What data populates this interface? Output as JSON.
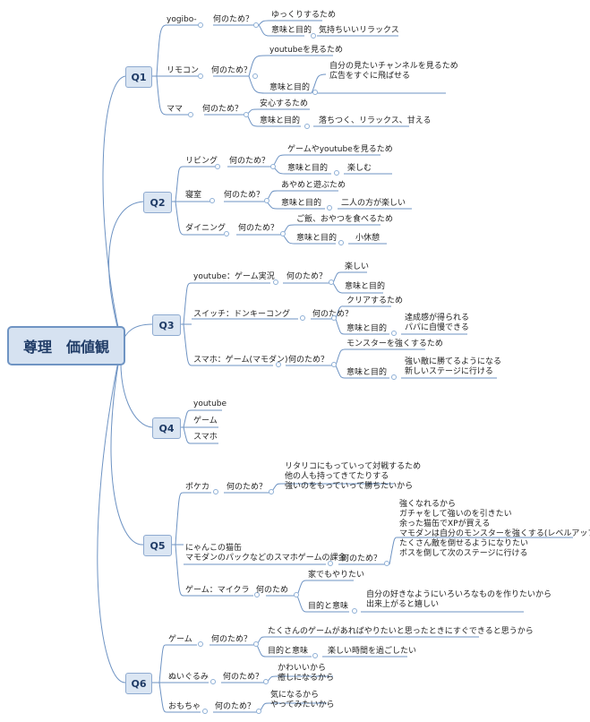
{
  "root": "尊理　価値観",
  "questions": [
    "Q1",
    "Q2",
    "Q3",
    "Q4",
    "Q5",
    "Q6"
  ],
  "why": "何のため？",
  "meaning": "意味と目的",
  "q1": {
    "yogibo": {
      "label": "yogibo-",
      "reason": "ゆっくりするため",
      "purpose": "気持ちいいリラックス"
    },
    "remote": {
      "label": "リモコン",
      "reason": "youtubeを見るため",
      "purpose": "自分の見たいチャンネルを見るため\n広告をすぐに飛ばせる"
    },
    "mama": {
      "label": "ママ",
      "reason": "安心するため",
      "purpose": "落ちつく、リラックス、甘える"
    }
  },
  "q2": {
    "living": {
      "label": "リビング",
      "reason": "ゲームやyoutubeを見るため",
      "purpose": "楽しむ"
    },
    "bedroom": {
      "label": "寝室",
      "reason": "あやめと遊ぶため",
      "purpose": "二人の方が楽しい"
    },
    "dining": {
      "label": "ダイニング",
      "reason": "ご飯、おやつを食べるため",
      "purpose": "小休憩"
    }
  },
  "q3": {
    "youtube": {
      "label": "youtube：ゲーム実況",
      "reason": "楽しい"
    },
    "switch": {
      "label": "スイッチ：ドンキーコング",
      "reason": "クリアするため",
      "purpose": "達成感が得られる\nパパに自慢できる"
    },
    "smaho": {
      "label": "スマホ：ゲーム(マモダン)",
      "reason": "モンスターを強くするため",
      "purpose": "強い敵に勝てるようになる\n新しいステージに行ける"
    }
  },
  "q4": [
    "youtube",
    "ゲーム",
    "スマホ"
  ],
  "q5": {
    "pokeka": {
      "label": "ポケカ",
      "reason": "リタリコにもっていって対戦するため\n他の人も持ってきてたりする\n強いのをもっていって勝ちたいから"
    },
    "kakin": {
      "label": "にゃんこの猫缶\nマモダンのパックなどのスマホゲームの課金",
      "reason": "強くなれるから\nガチャをして強いのを引きたい\n余った猫缶でXPが買える\nマモダンは自分のモンスターを強くする(レベルアップする)\nたくさん敵を倒せるようになりたい\nボスを倒して次のステージに行ける"
    },
    "minecraft": {
      "label": "ゲーム：マイクラ",
      "why": "何のため",
      "reason": "家でもやりたい",
      "meaning": "目的と意味",
      "purpose": "自分の好きなようにいろいろなものを作りたいから\n出来上がると嬉しい"
    }
  },
  "q6": {
    "game": {
      "label": "ゲーム",
      "reason": "たくさんのゲームがあればやりたいと思ったときにすぐできると思うから",
      "meaning": "目的と意味",
      "purpose": "楽しい時間を過ごしたい"
    },
    "plush": {
      "label": "ぬいぐるみ",
      "reason": "かわいいから\n癒しになるから"
    },
    "toy": {
      "label": "おもちゃ",
      "reason": "気になるから\nやってみたいから"
    }
  }
}
